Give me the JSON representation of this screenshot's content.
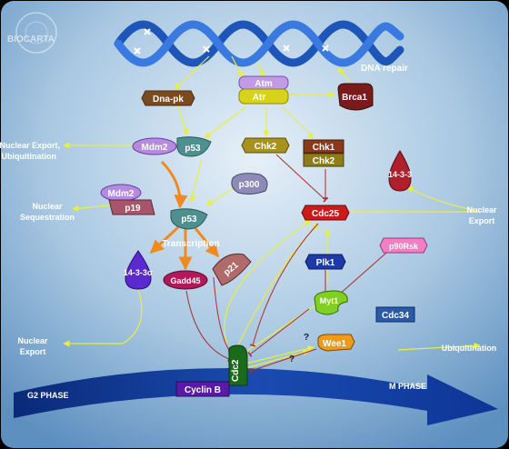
{
  "logo": {
    "text": "BIOCARTA"
  },
  "labels": {
    "dna_repair": "DNA repair",
    "nuclear_export_ubiq": [
      "Nuclear Export,",
      "Ubiquitination"
    ],
    "nuclear_sequestration": [
      "Nuclear",
      "Sequestration"
    ],
    "nuclear_export_left": [
      "Nuclear",
      "Export"
    ],
    "nuclear_export_right": [
      "Nuclear",
      "Export"
    ],
    "ubiquitination": "Ubiquitination",
    "transcription": "Transcription",
    "g2_phase": "G2 PHASE",
    "m_phase": "M PHASE",
    "question_1": "?",
    "question_2": "?"
  },
  "nodes": {
    "dna_pk": "Dna-pk",
    "atm": "Atm",
    "atr": "Atr",
    "brca1": "Brca1",
    "mdm2_top": "Mdm2",
    "p53_top": "p53",
    "chk2_mid": "Chk2",
    "chk1": "Chk1",
    "chk2_right": "Chk2",
    "mdm2_low": "Mdm2",
    "p19": "p19",
    "p300": "p300",
    "p53_low": "p53",
    "protein_1433_right": "14-3-3",
    "cdc25": "Cdc25",
    "p90rsk": "p90Rsk",
    "protein_1433_left": "14-3-3σ",
    "gadd45": "Gadd45",
    "p21": "p21",
    "plk1": "Plk1",
    "myt1": "Myt1",
    "cdc34": "Cdc34",
    "wee1": "Wee1",
    "cdc2": "Cdc2",
    "cyclin_b": "Cyclin B"
  },
  "colors": {
    "background": "#000000",
    "panel_gradient": [
      "#6a9ec6",
      "#e2eef6"
    ],
    "helix": "#1d55b8",
    "activation_arrow": "#e8f03a",
    "inhibition_line": "#b02a2a",
    "transcription_arrow": "#f08a1e",
    "phase_arrow": "#0a2e8a",
    "label_white": "#ffffff"
  }
}
